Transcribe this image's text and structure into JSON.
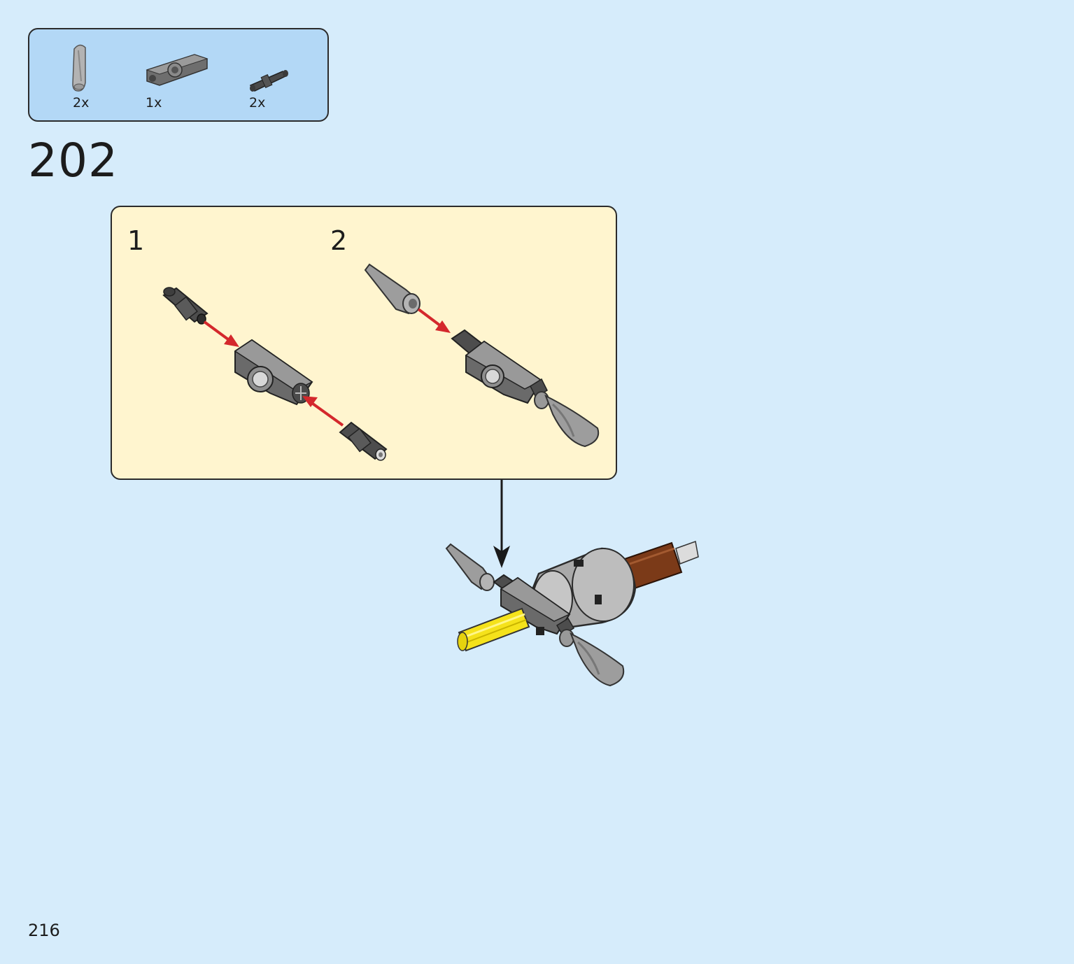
{
  "parts_list": [
    {
      "icon": "angle-connector-icon",
      "quantity": "2x"
    },
    {
      "icon": "axle-connector-icon",
      "quantity": "1x"
    },
    {
      "icon": "friction-pin-icon",
      "quantity": "2x"
    }
  ],
  "step": {
    "number": "202"
  },
  "sub_assembly": {
    "substeps": [
      {
        "label": "1"
      },
      {
        "label": "2"
      }
    ]
  },
  "page": {
    "number": "216"
  },
  "colors": {
    "page_background": "#d6ecfb",
    "parts_box": "#b3d8f6",
    "sub_assembly_box": "#fff5cf",
    "arrow_red": "#d4282c",
    "dark_gray": "#5d5d5d",
    "light_gray": "#a4a4a4",
    "brown": "#7b3a18",
    "yellow": "#f5e21b"
  }
}
